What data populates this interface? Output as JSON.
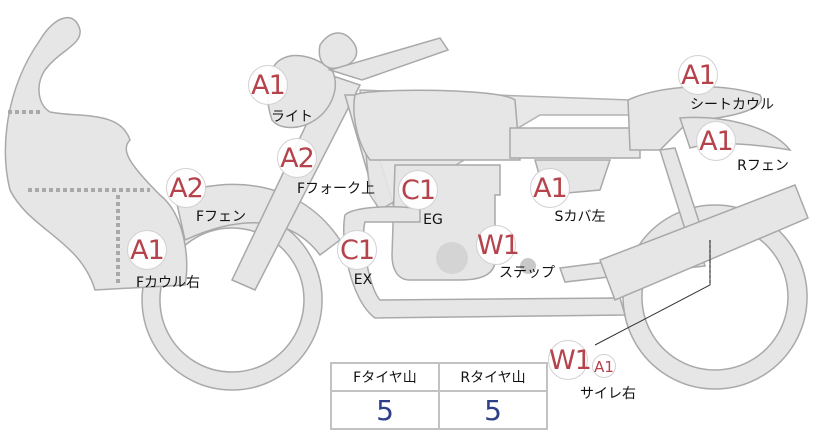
{
  "colors": {
    "code": "#b5434b",
    "part_fill": "#e6e6e6",
    "part_stroke": "#a9a9a9",
    "tire_value": "#2e3f8a"
  },
  "parts": [
    {
      "code": "A1",
      "label": "ライト"
    },
    {
      "code": "A2",
      "label": "Fフォーク上"
    },
    {
      "code": "A2",
      "label": "Fフェン"
    },
    {
      "code": "A1",
      "label": "Fカウル右"
    },
    {
      "code": "C1",
      "label": "EX"
    },
    {
      "code": "C1",
      "label": "EG"
    },
    {
      "code": "W1",
      "label": "ステップ"
    },
    {
      "code": "A1",
      "label": "Sカバ左"
    },
    {
      "code": "A1",
      "label": "シートカウル"
    },
    {
      "code": "A1",
      "label": "Rフェン"
    },
    {
      "code": "W1",
      "code2": "A1",
      "label": "サイレ右"
    }
  ],
  "tire_table": {
    "headers": [
      "Fタイヤ山",
      "Rタイヤ山"
    ],
    "values": [
      "5",
      "5"
    ]
  }
}
